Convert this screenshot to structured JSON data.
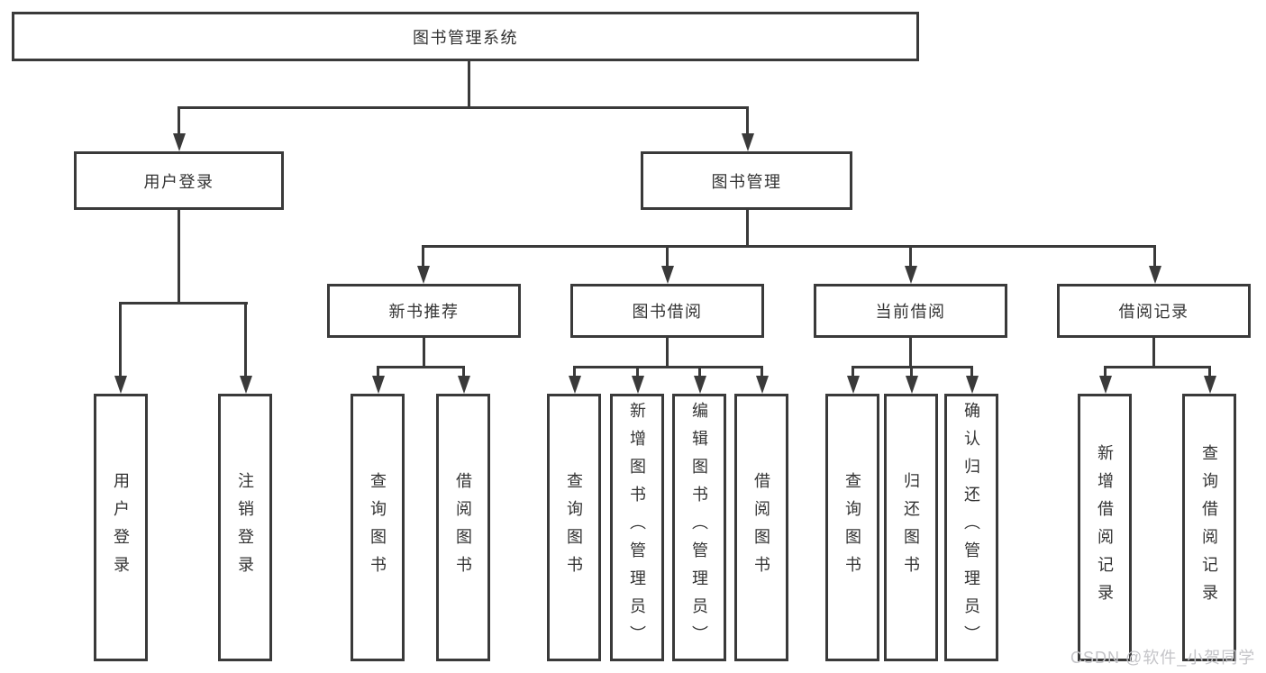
{
  "tree": {
    "root": {
      "label": "图书管理系统"
    },
    "branches": [
      {
        "label": "用户登录",
        "children": [
          "用户登录",
          "注销登录"
        ]
      },
      {
        "label": "图书管理",
        "children": [
          {
            "label": "新书推荐",
            "children": [
              "查询图书",
              "借阅图书"
            ]
          },
          {
            "label": "图书借阅",
            "children": [
              "查询图书",
              "新增图书（管理员）",
              "编辑图书（管理员）",
              "借阅图书"
            ]
          },
          {
            "label": "当前借阅",
            "children": [
              "查询图书",
              "归还图书",
              "确认归还（管理员）"
            ]
          },
          {
            "label": "借阅记录",
            "children": [
              "新增借阅记录",
              "查询借阅记录"
            ]
          }
        ]
      }
    ],
    "icons": {
      "connector_arrow": "filled-triangle-down"
    },
    "watermark": "CSDN @软件_小贺同学",
    "colors": {
      "line": "#3a3a3a",
      "text": "#333333",
      "watermark": "#c4c4c8",
      "background": "#ffffff"
    }
  }
}
